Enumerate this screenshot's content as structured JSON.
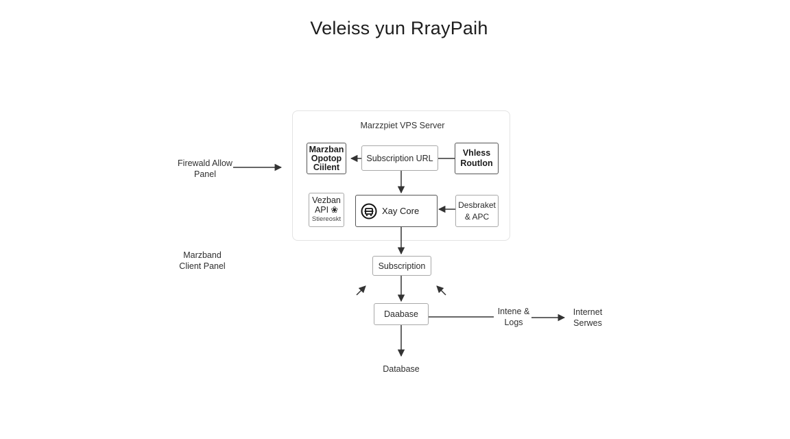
{
  "title": "Veleiss yun RrayPaih",
  "server": {
    "label": "Marzzpiet VPS Server"
  },
  "nodes": {
    "marzban_client": [
      "Marzban",
      "Opotop",
      "Ciilent"
    ],
    "subscription_url": "Subscription URL",
    "vless_routing": [
      "Vhless",
      "Routlon"
    ],
    "api": [
      "Vezban",
      "API ❀",
      "Stiereoskt"
    ],
    "xray_core": "Xay Core",
    "descriptor": [
      "Desbraket",
      "& APC"
    ],
    "subscription": "Subscription",
    "database_box": "Daabase"
  },
  "labels": {
    "firewall": [
      "Firewald",
      "Allow Panel"
    ],
    "marzband": [
      "Marzband",
      "Client Panel"
    ],
    "intene_logs": [
      "Intene",
      "& Logs"
    ],
    "internet_services": [
      "Internet",
      "Serwes"
    ],
    "database_bottom": "Database"
  },
  "colors": {
    "line": "#333333",
    "box_border": "#a8a8a8",
    "server_border": "#e3e3e3"
  }
}
